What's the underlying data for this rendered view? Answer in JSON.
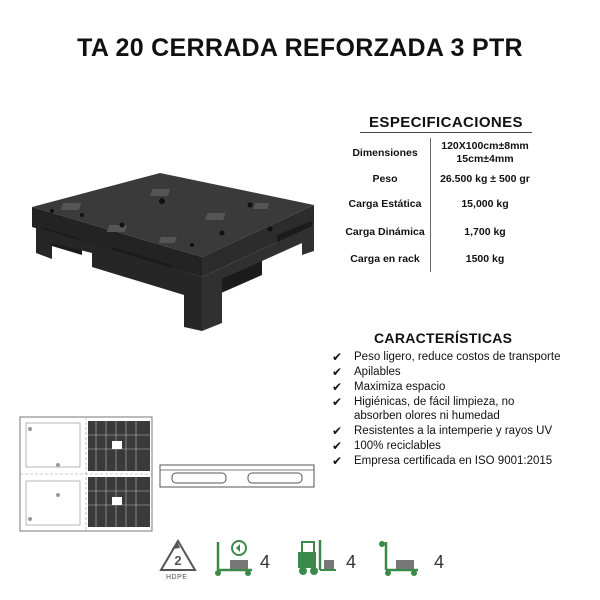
{
  "title": "TA 20 CERRADA REFORZADA 3 PTR",
  "specifications": {
    "heading": "ESPECIFICACIONES",
    "rows": [
      {
        "label": "Dimensiones",
        "value_line1": "120X100cm±8mm",
        "value_line2": "15cm±4mm"
      },
      {
        "label": "Peso",
        "value_line1": "26.500 kg ± 500 gr",
        "value_line2": ""
      },
      {
        "label": "Carga Estática",
        "value_line1": "15,000 kg",
        "value_line2": ""
      },
      {
        "label": "Carga Dinámica",
        "value_line1": "1,700 kg",
        "value_line2": ""
      },
      {
        "label": "Carga en rack",
        "value_line1": "1500 kg",
        "value_line2": ""
      }
    ]
  },
  "features": {
    "heading": "CARACTERÍSTICAS",
    "check_glyph": "✔",
    "items": [
      {
        "line1": "Peso ligero, reduce costos de transporte",
        "line2": ""
      },
      {
        "line1": "Apilables",
        "line2": ""
      },
      {
        "line1": "Maximiza espacio",
        "line2": ""
      },
      {
        "line1": "Higiénicas, de fácil limpieza, no",
        "line2": "absorben olores ni humedad"
      },
      {
        "line1": "Resistentes a la intemperie y rayos UV",
        "line2": ""
      },
      {
        "line1": "100% reciclables",
        "line2": ""
      },
      {
        "line1": "Empresa certificada en ISO 9001:2015",
        "line2": ""
      }
    ]
  },
  "certifications": {
    "recycle_code": "2",
    "recycle_material": "HDPE",
    "icons": [
      {
        "name": "pallet-jack-icon",
        "count": "4"
      },
      {
        "name": "forklift-icon",
        "count": "4"
      },
      {
        "name": "hand-truck-icon",
        "count": "4"
      }
    ]
  },
  "colors": {
    "green": "#3c8a4a",
    "pallet_dark": "#2a2a2a",
    "text": "#111111"
  }
}
